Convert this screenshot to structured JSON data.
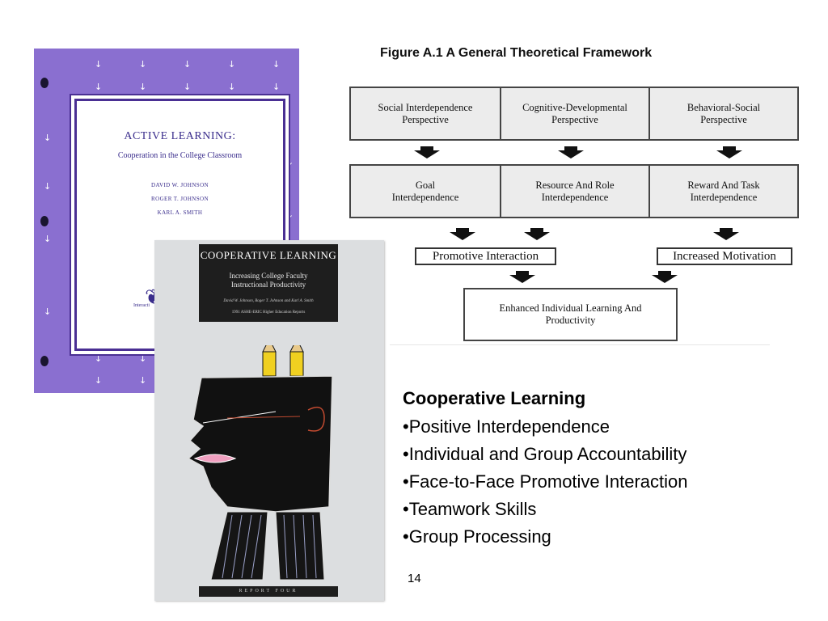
{
  "book_active": {
    "title": "ACTIVE LEARNING:",
    "subtitle": "Cooperation in the College Classroom",
    "authors": [
      "DAVID W. JOHNSON",
      "ROGER T. JOHNSON",
      "KARL A. SMITH"
    ],
    "publisher_fragment": "Interacti"
  },
  "book_coop": {
    "title": "COOPERATIVE LEARNING",
    "subtitle_line1": "Increasing College Faculty",
    "subtitle_line2": "Instructional Productivity",
    "authors": "David W. Johnson, Roger T. Johnson and Karl A. Smith",
    "report": "1991 ASHE-ERIC Higher Education Reports",
    "footer": "REPORT FOUR"
  },
  "figure": {
    "title": "Figure A.1  A General Theoretical Framework",
    "perspectives": [
      {
        "line1": "Social Interdependence",
        "line2": "Perspective"
      },
      {
        "line1": "Cognitive-Developmental",
        "line2": "Perspective"
      },
      {
        "line1": "Behavioral-Social",
        "line2": "Perspective"
      }
    ],
    "interdependences": [
      {
        "line1": "Goal",
        "line2": "Interdependence"
      },
      {
        "line1": "Resource And Role",
        "line2": "Interdependence"
      },
      {
        "line1": "Reward And Task",
        "line2": "Interdependence"
      }
    ],
    "outcome_left": "Promotive Interaction",
    "outcome_right": "Increased Motivation",
    "final_line1": "Enhanced Individual Learning And",
    "final_line2": "Productivity"
  },
  "content": {
    "heading": "Cooperative Learning",
    "items": [
      "•Positive Interdependence",
      "•Individual and Group Accountability",
      "•Face-to-Face Promotive Interaction",
      "•Teamwork Skills",
      "•Group Processing"
    ]
  },
  "page_number": "14",
  "colors": {
    "book_active_cover": "#8a6fd0",
    "book_active_frame": "#4a2f93",
    "book_coop_cover": "#dcdee0",
    "diagram_box_fill": "#ececec"
  }
}
